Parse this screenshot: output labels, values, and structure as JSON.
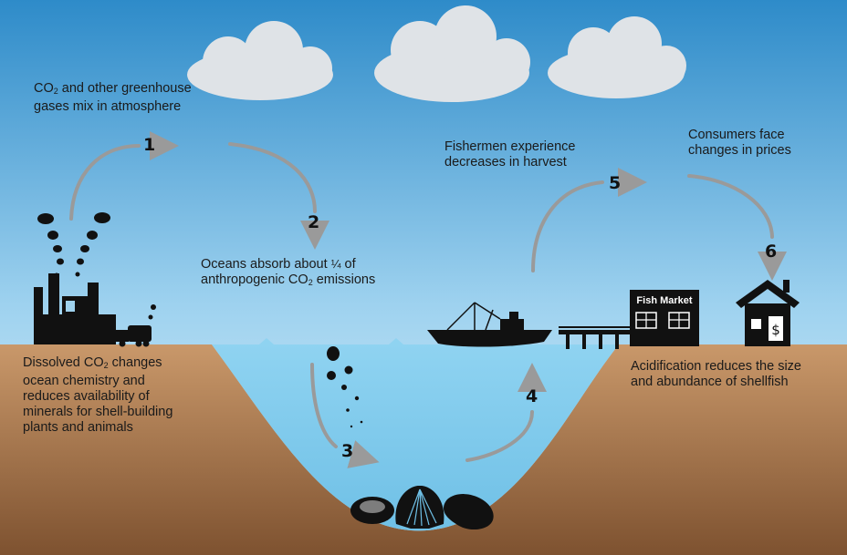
{
  "colors": {
    "sky_top": "#2e8bc9",
    "sky_bottom": "#d7eef9",
    "ocean": "#8fd0ef",
    "ground_top": "#c9986a",
    "ground_bottom": "#8a5a34",
    "arrow": "#9a9a9a",
    "silhouette": "#111111"
  },
  "steps": [
    {
      "number": "1",
      "pre": "CO",
      "sub": "2",
      "post": " and other greenhouse",
      "line2": "gases mix in atmosphere"
    },
    {
      "number": "2",
      "pre": "Oceans absorb about ",
      "frac": "¼",
      "post": " of",
      "line2_pre": "anthropogenic CO",
      "line2_sub": "2",
      "line2_post": " emissions"
    },
    {
      "number": "3",
      "pre": "Dissolved CO",
      "sub": "2",
      "post": " changes",
      "lines": [
        "ocean chemistry and",
        "reduces availability of",
        "minerals for shell-building",
        "plants and animals"
      ]
    },
    {
      "number": "4",
      "line1": "Acidification reduces the size",
      "line2": "and abundance of shellfish"
    },
    {
      "number": "5",
      "line1": "Fishermen experience",
      "line2": "decreases in harvest"
    },
    {
      "number": "6",
      "line1": "Consumers face",
      "line2": "changes in prices"
    }
  ],
  "labels": {
    "fish_market": "Fish Market",
    "dollar": "$"
  },
  "icons": [
    "factory-icon",
    "truck-icon",
    "fishing-boat-icon",
    "pier-icon",
    "fish-market-icon",
    "house-icon",
    "shellfish-icon",
    "cloud-icon"
  ]
}
